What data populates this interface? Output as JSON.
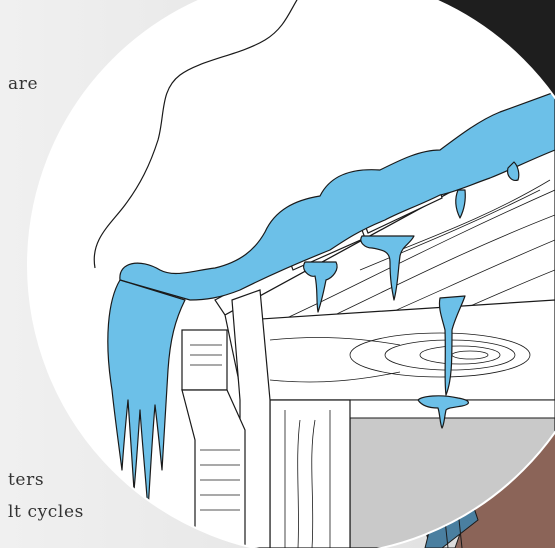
{
  "text_fragments": [
    "are",
    "ters",
    "lt cycles"
  ],
  "colors": {
    "background": "#efefef",
    "dark_panel": "#1e1e1e",
    "ice": "#6cc0e8",
    "outline": "#1a1a1a",
    "wood": "#ffffff",
    "shadow_grey": "#c9c9c9",
    "house_siding": "#8b6458",
    "trim": "#dcdcdc",
    "window": "#4a7fa0"
  },
  "icons": [
    "ice-dam-illustration",
    "house-corner-illustration"
  ]
}
